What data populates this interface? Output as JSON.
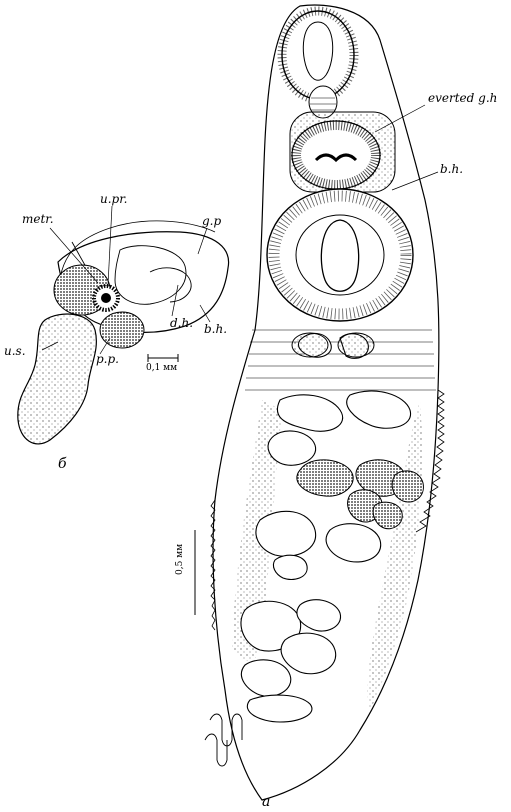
{
  "figure": {
    "panel_a": "a",
    "panel_b": "б",
    "labels": {
      "everted_gh": "everted g.h",
      "bh_a": "b.h.",
      "upr": "u.pr.",
      "metr": "metr.",
      "gp": "g.p",
      "us": "u.s.",
      "dh": "d.h.",
      "bh_b": "b.h.",
      "pp": "p.p."
    },
    "scale_a": "0,5 мм",
    "scale_b": "0,1 мм"
  }
}
